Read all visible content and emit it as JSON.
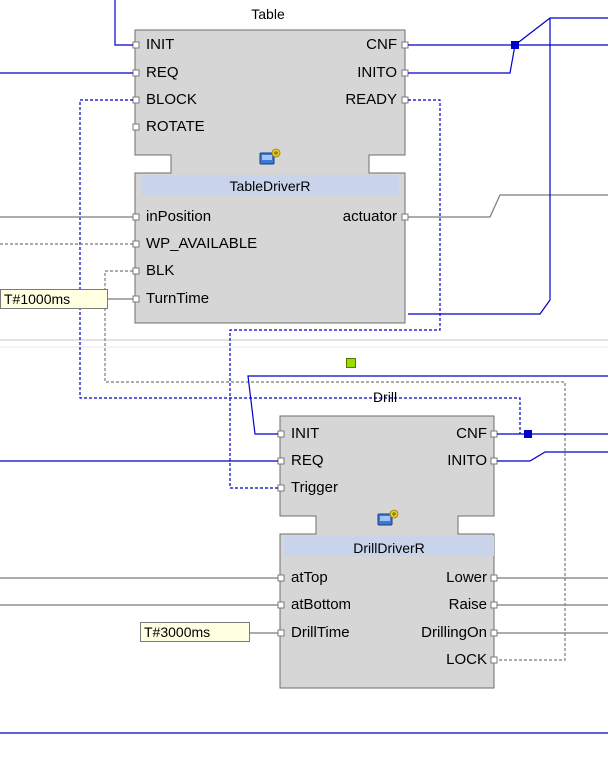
{
  "colors": {
    "event_wire": "#0000cc",
    "data_wire": "#7a7a7a",
    "adapter_wire": "#0000cc",
    "selection_marker": "#99dd00",
    "type_band": "#c9d3ea",
    "block_fill": "#d6d6d6",
    "param_fill": "#ffffe1"
  },
  "blocks": {
    "table": {
      "instance_name": "Table",
      "type_name": "TableDriverR",
      "event_inputs": [
        "INIT",
        "REQ",
        "BLOCK",
        "ROTATE"
      ],
      "event_outputs": [
        "CNF",
        "INITO",
        "READY"
      ],
      "data_inputs": [
        "inPosition",
        "WP_AVAILABLE",
        "BLK",
        "TurnTime"
      ],
      "data_outputs": [
        "actuator"
      ],
      "parameter": "T#1000ms",
      "icon": "composite-block-icon"
    },
    "drill": {
      "instance_name": "Drill",
      "type_name": "DrillDriverR",
      "event_inputs": [
        "INIT",
        "REQ",
        "Trigger"
      ],
      "event_outputs": [
        "CNF",
        "INITO"
      ],
      "data_inputs": [
        "atTop",
        "atBottom",
        "DrillTime"
      ],
      "data_outputs": [
        "Lower",
        "Raise",
        "DrillingOn",
        "LOCK"
      ],
      "parameter": "T#3000ms",
      "icon": "composite-block-icon"
    }
  }
}
